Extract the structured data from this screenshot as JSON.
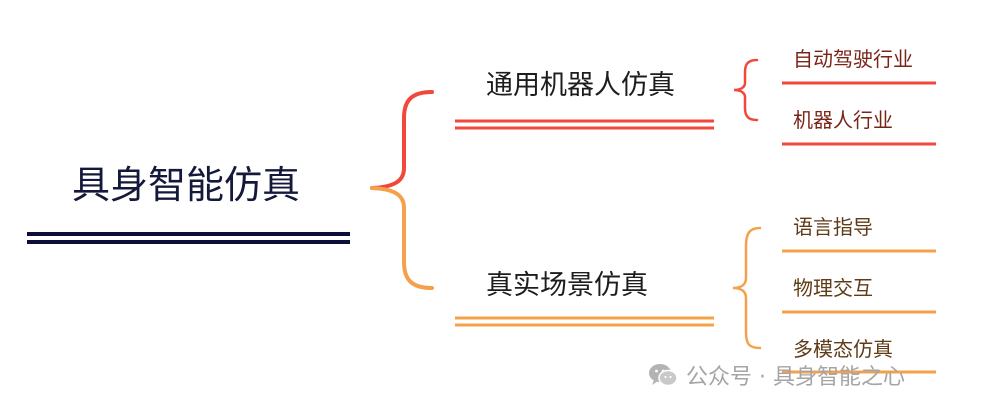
{
  "diagram": {
    "root": {
      "label": "具身智能仿真"
    },
    "branches": [
      {
        "label": "通用机器人仿真",
        "color": "#f2473b",
        "children": [
          "自动驾驶行业",
          "机器人行业"
        ]
      },
      {
        "label": "真实场景仿真",
        "color": "#f5a04b",
        "children": [
          "语言指导",
          "物理交互",
          "多模态仿真"
        ]
      }
    ]
  },
  "watermark": {
    "icon": "wechat-icon",
    "text": "公众号 · 具身智能之心"
  }
}
